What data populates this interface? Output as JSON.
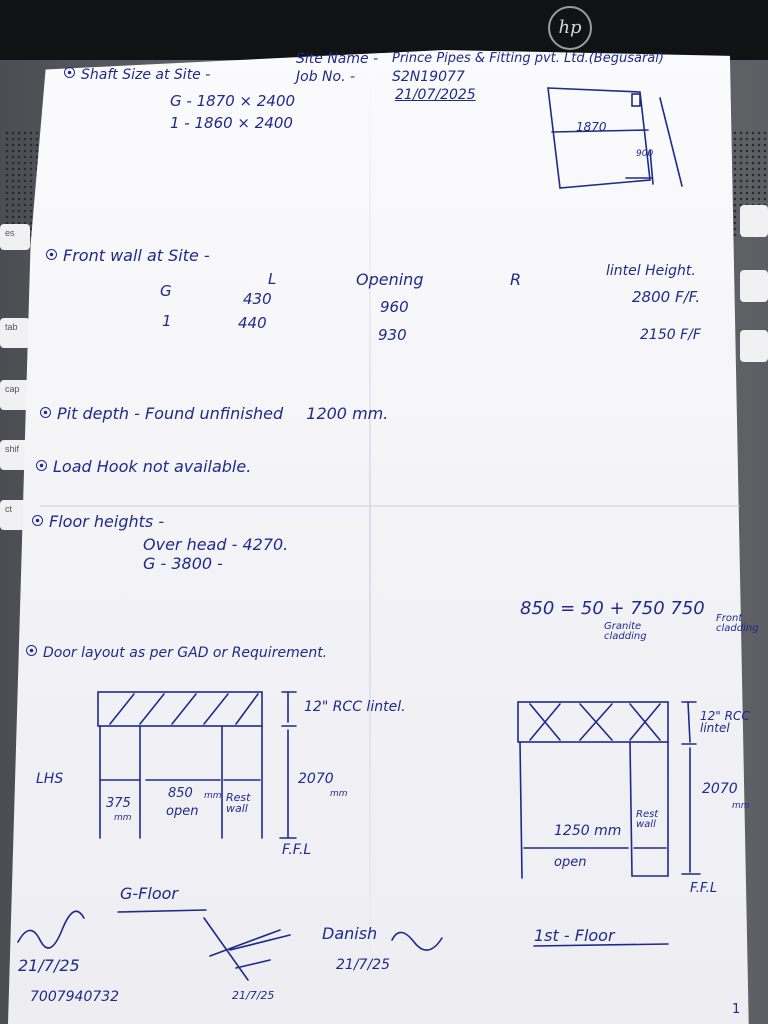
{
  "laptop": {
    "brand": "hp",
    "keys": [
      "es",
      "tab",
      "cap",
      "shif",
      "ct"
    ]
  },
  "header": {
    "site_name_label": "Site Name -",
    "site_name": "Prince Pipes & Fitting pvt. Ltd.(Begusarai)",
    "job_no_label": "Job No. -",
    "job_no": "S2N19077",
    "date": "21/07/2025"
  },
  "shaft": {
    "title": "Shaft Size at Site -",
    "rows": [
      "G - 1870 × 2400",
      "1 - 1860 × 2400"
    ],
    "sketch_width": "1870",
    "sketch_depth": "900"
  },
  "front_wall": {
    "title": "Front wall at Site -",
    "col_l": "L",
    "col_opening": "Opening",
    "col_r": "R",
    "col_lintel": "lintel Height.",
    "rows": [
      {
        "floor": "G",
        "l": "430",
        "opening": "960",
        "lintel": "2800 F/F."
      },
      {
        "floor": "1",
        "l": "440",
        "opening": "930",
        "lintel": "2150 F/F"
      }
    ]
  },
  "pit": {
    "text": "Pit depth - Found unfinished",
    "value": "1200 mm."
  },
  "hook": {
    "text": "Load Hook not available."
  },
  "floor_heights": {
    "title": "Floor heights -",
    "overhead": "Over head - 4270.",
    "ground": "G - 3800 -"
  },
  "equation": {
    "text": "850 = 50 + 750 750",
    "note1": "Granite cladding",
    "note2": "Front cladding"
  },
  "door_layout": {
    "text": "Door layout as per GAD or Requirement."
  },
  "gfloor": {
    "lhs": "LHS",
    "left_jamb": "375",
    "left_jamb_unit": "mm",
    "open_w": "850",
    "open_unit": "mm",
    "open_label": "open",
    "rest_wall": "Rest wall",
    "lintel": "12\" RCC lintel.",
    "height": "2070",
    "height_unit": "mm",
    "ffl": "F.F.L",
    "caption": "G-Floor"
  },
  "ffloor": {
    "open_w": "1250 mm",
    "open_label": "open",
    "rest_wall": "Rest wall",
    "lintel": "12\" RCC lintel",
    "height": "2070",
    "height_unit": "mm",
    "ffl": "F.F.L",
    "caption": "1st - Floor"
  },
  "signatures": {
    "sig1_date": "21/7/25",
    "phone": "7007940732",
    "sig2_date": "21/7/25",
    "sig3_name": "Danish",
    "sig3_date": "21/7/25"
  },
  "page_number": "1"
}
